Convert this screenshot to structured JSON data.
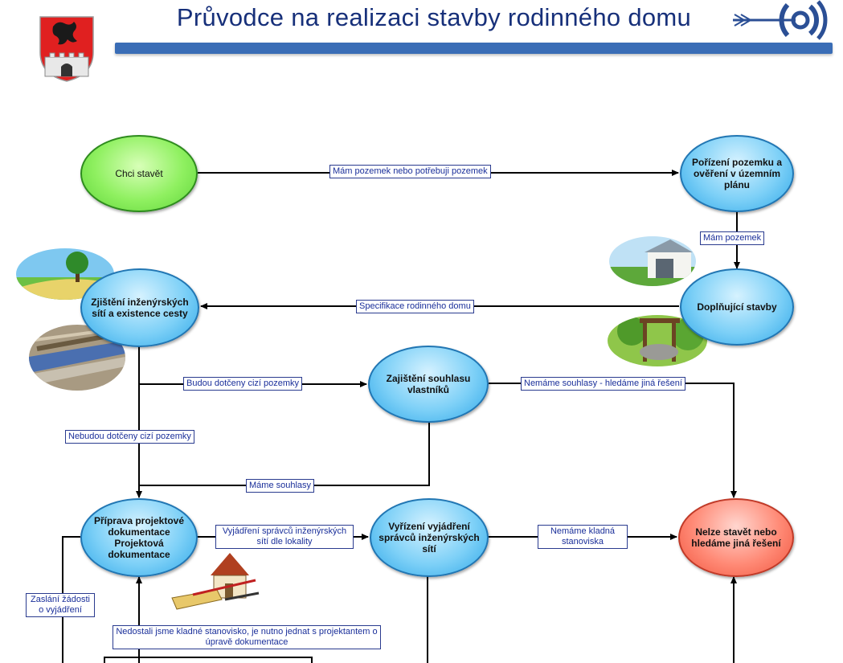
{
  "header": {
    "title": "Průvodce na realizaci stavby rodinného domu"
  },
  "nodes": {
    "chci_stavet": "Chci stavět",
    "porizeni": "Pořízení pozemku a ověření v územním plánu",
    "zjisteni": "Zjištění inženýrských sítí a existence cesty",
    "doplnujici": "Doplňující stavby",
    "souhlas": "Zajištění souhlasu vlastníků",
    "priprava": "Příprava projektové dokumentace Projektová dokumentace",
    "vyrizeni": "Vyřízení vyjádření správců inženýrských sítí",
    "nelze": "Nelze stavět nebo hledáme jiná řešení"
  },
  "labels": {
    "mam_pozemek_nebo": "Mám pozemek nebo potřebuji pozemek",
    "mam_pozemek": "Mám pozemek",
    "specifikace": "Specifikace rodinného domu",
    "budou_dotceny": "Budou dotčeny cizí pozemky",
    "nemame_souhlasy": "Nemáme souhlasy - hledáme jiná řešení",
    "nebudou_dotceny": "Nebudou dotčeny cizí pozemky",
    "mame_souhlasy": "Máme souhlasy",
    "vyjadreni_spravcu": "Vyjádření správců inženýrských sítí dle lokality",
    "nemame_kladna": "Nemáme kladná stanoviska",
    "zaslani_zadosti": "Zaslání žádosti o vyjádření",
    "nedostali": "Nedostali jsme kladné stanovisko, je nutno jednat s projektantem o úpravě dokumentace"
  },
  "colors": {
    "title": "#17307a",
    "header_bar": "#3a6db6",
    "start_node": "#8ff060",
    "process_node": "#7dd0f7",
    "stop_node": "#ff8a76",
    "label_text": "#1a2f9a"
  },
  "icons": [
    "coat-of-arms-icon",
    "target-arrow-icon",
    "tree-landscape-icon",
    "road-construction-icon",
    "garage-icon",
    "garden-well-icon",
    "house-plans-icon"
  ]
}
